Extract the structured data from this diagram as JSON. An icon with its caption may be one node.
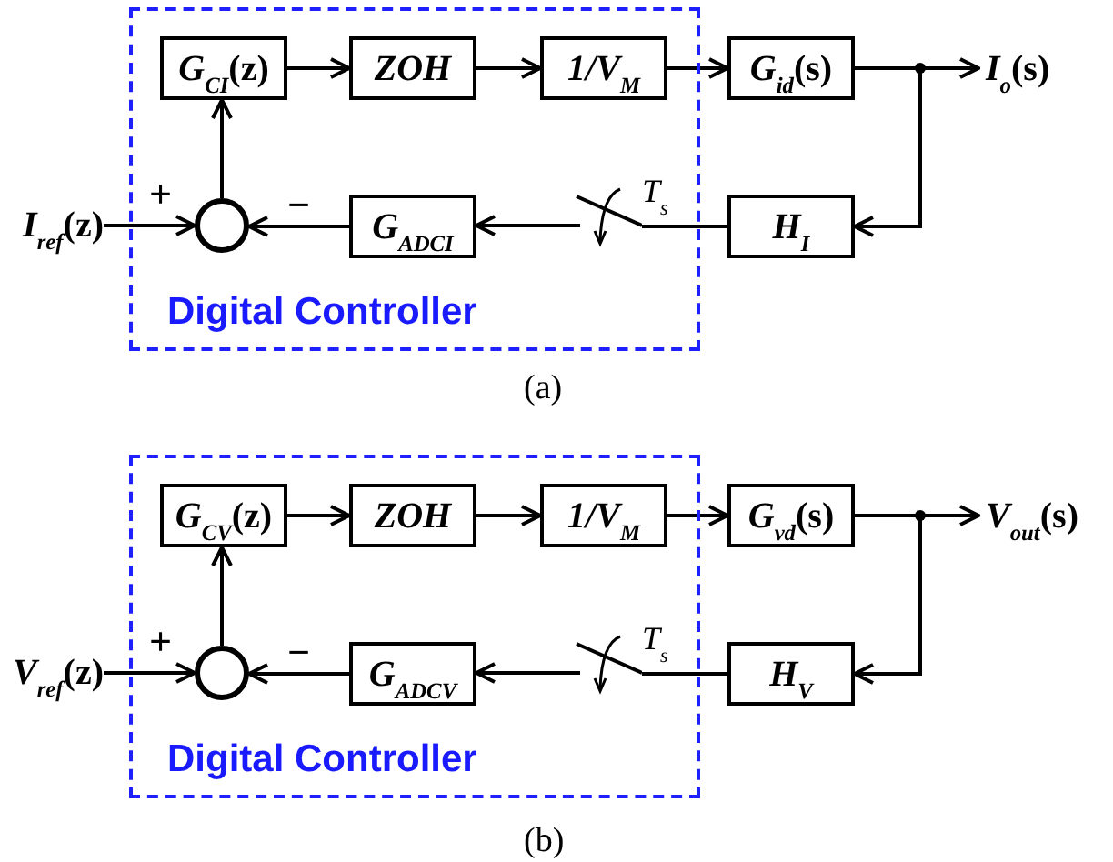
{
  "diagram": {
    "nodes": [
      {
        "text": [
          "Digital Controller"
        ]
      },
      {
        "text": [
          "*G*$_{CI}$(z)"
        ],
        "in": 0
      },
      {
        "text": [
          "ZOH"
        ],
        "in": 0
      },
      {
        "text": [
          "1/V$_{M}$"
        ],
        "in": 0
      },
      {
        "text": [
          "*G*$_{id}$(s)"
        ]
      },
      {
        "text": [],
        "shape": "circle",
        "in": 0
      },
      {
        "text": [
          "*G*$_{ADCI}$"
        ],
        "in": 0
      },
      {
        "text": [],
        "shape": "switch",
        "in": 0,
        "beside": [
          "T$_{s}$"
        ]
      },
      {
        "text": [
          "*H*$_{I}$"
        ]
      },
      {
        "text": [
          "*I*$_{o}$(s)"
        ]
      },
      {
        "text": [
          "*I*$_{ref}$(z)"
        ]
      },
      {
        "text": [
          "Digital Controller"
        ]
      },
      {
        "text": [
          "*G*$_{CV}$(z)"
        ],
        "in": 11
      },
      {
        "text": [
          "ZOH"
        ],
        "in": 11
      },
      {
        "text": [
          "1/V$_{M}$"
        ],
        "in": 11
      },
      {
        "text": [
          "*G*$_{vd}$(s)"
        ]
      },
      {
        "text": [],
        "shape": "circle",
        "in": 11
      },
      {
        "text": [
          "*G*$_{ADCV}$"
        ],
        "in": 11
      },
      {
        "text": [],
        "shape": "switch",
        "in": 11,
        "beside": [
          "T$_{s}$"
        ]
      },
      {
        "text": [
          "*H*$_{V}$"
        ]
      },
      {
        "text": [
          "*V*$_{out}$(s)"
        ]
      },
      {
        "text": [
          "*V*$_{ref}$(z)"
        ]
      }
    ],
    "edges": [
      {
        "from": 1,
        "to": 2,
        "arrow": "to"
      },
      {
        "from": 2,
        "to": 3,
        "arrow": "to"
      },
      {
        "from": 3,
        "to": 4,
        "arrow": "to"
      },
      {
        "from": 4,
        "to": 9,
        "arrow": "to"
      },
      {
        "from": 4,
        "to": 8,
        "arrow": "to"
      },
      {
        "from": 8,
        "to": 7,
        "arrow": "none"
      },
      {
        "from": 7,
        "to": 6,
        "arrow": "to"
      },
      {
        "from": 6,
        "to": 5,
        "arrow": "to"
      },
      {
        "from": 10,
        "to": 5,
        "arrow": "to"
      },
      {
        "from": 5,
        "to": 1,
        "arrow": "to"
      },
      {
        "from": 12,
        "to": 13,
        "arrow": "to"
      },
      {
        "from": 13,
        "to": 14,
        "arrow": "to"
      },
      {
        "from": 14,
        "to": 15,
        "arrow": "to"
      },
      {
        "from": 15,
        "to": 20,
        "arrow": "to"
      },
      {
        "from": 15,
        "to": 19,
        "arrow": "to"
      },
      {
        "from": 19,
        "to": 18,
        "arrow": "none"
      },
      {
        "from": 18,
        "to": 17,
        "arrow": "to"
      },
      {
        "from": 17,
        "to": 16,
        "arrow": "to"
      },
      {
        "from": 21,
        "to": 16,
        "arrow": "to"
      },
      {
        "from": 16,
        "to": 12,
        "arrow": "to"
      }
    ],
    "labels": [
      "+",
      "−",
      "(a)",
      "+",
      "−",
      "(b)"
    ]
  }
}
